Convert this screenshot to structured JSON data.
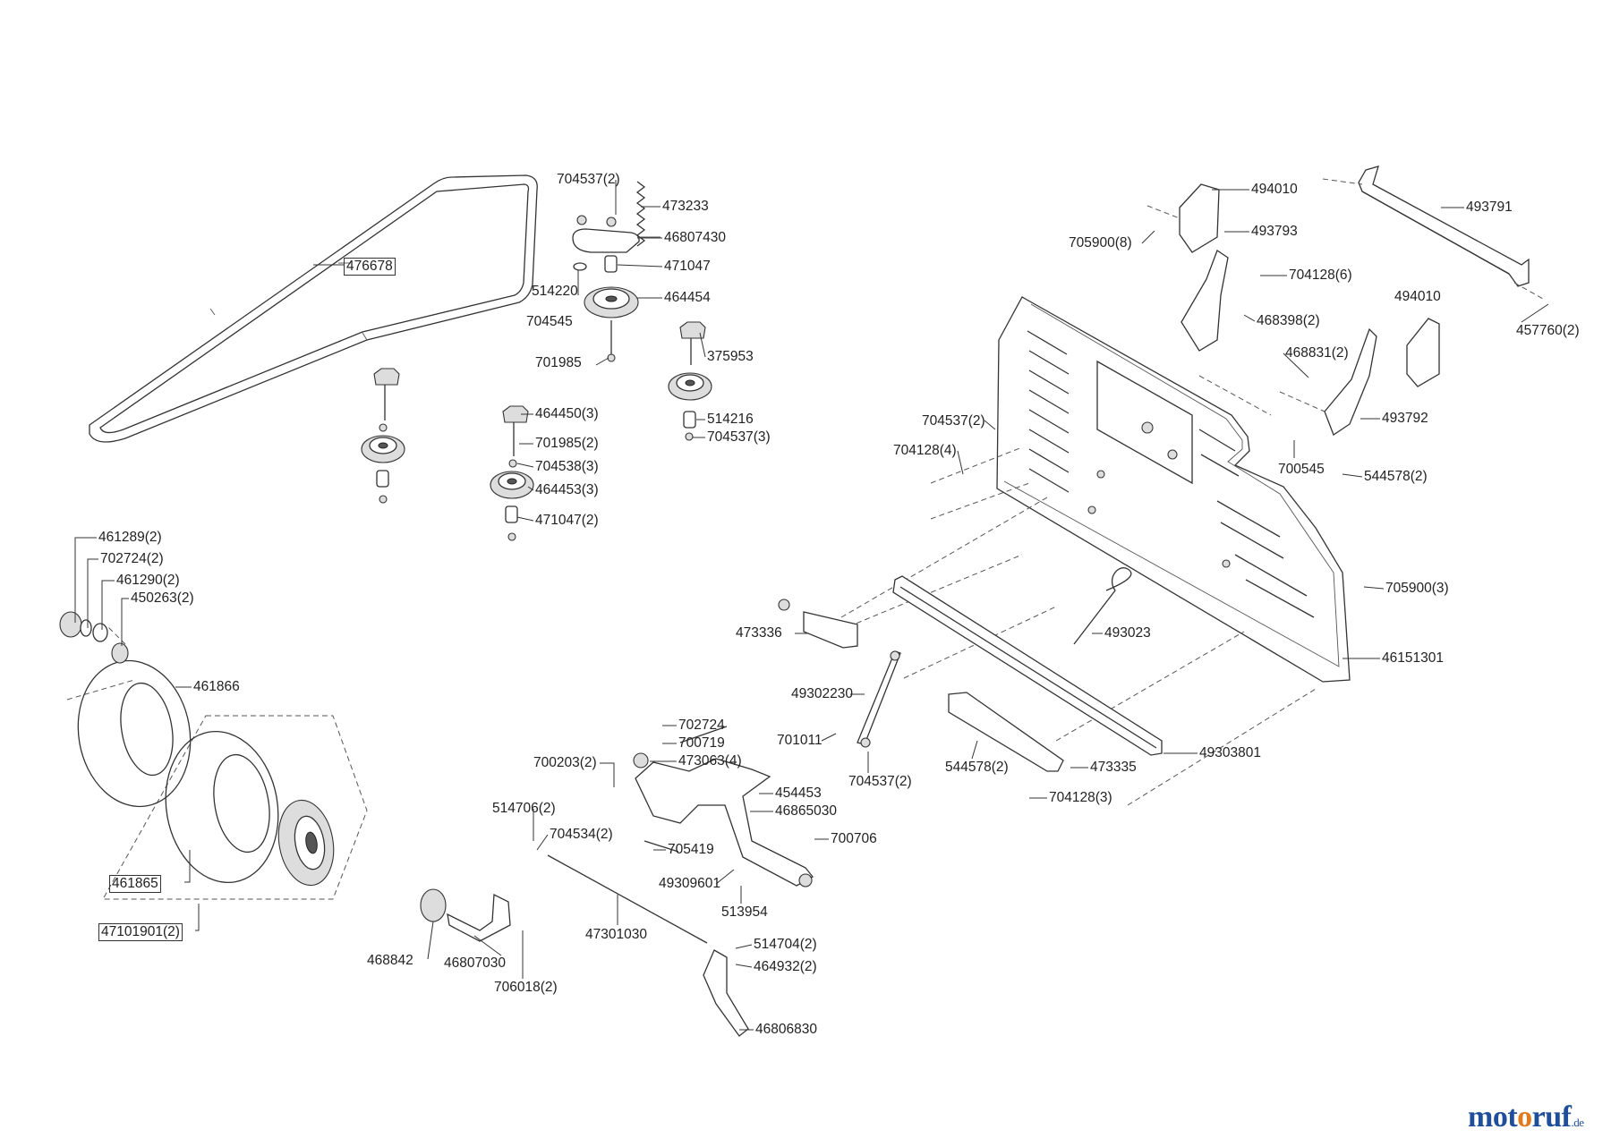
{
  "parts": [
    {
      "id": "p476678",
      "number": "476678",
      "boxed": true
    },
    {
      "id": "p704537_2_top",
      "number": "704537(2)",
      "boxed": false
    },
    {
      "id": "p473233",
      "number": "473233",
      "boxed": false
    },
    {
      "id": "p46807430",
      "number": "46807430",
      "boxed": false
    },
    {
      "id": "p471047",
      "number": "471047",
      "boxed": false
    },
    {
      "id": "p514220",
      "number": "514220",
      "boxed": false
    },
    {
      "id": "p464454",
      "number": "464454",
      "boxed": false
    },
    {
      "id": "p704545",
      "number": "704545",
      "boxed": false
    },
    {
      "id": "p701985",
      "number": "701985",
      "boxed": false
    },
    {
      "id": "p375953",
      "number": "375953",
      "boxed": false
    },
    {
      "id": "p514216",
      "number": "514216",
      "boxed": false
    },
    {
      "id": "p704537_3_a",
      "number": "704537(3)",
      "boxed": false
    },
    {
      "id": "p464450_3",
      "number": "464450(3)",
      "boxed": false
    },
    {
      "id": "p701985_2",
      "number": "701985(2)",
      "boxed": false
    },
    {
      "id": "p704538_3",
      "number": "704538(3)",
      "boxed": false
    },
    {
      "id": "p464453_3",
      "number": "464453(3)",
      "boxed": false
    },
    {
      "id": "p471047_2",
      "number": "471047(2)",
      "boxed": false
    },
    {
      "id": "p494010_a",
      "number": "494010",
      "boxed": false
    },
    {
      "id": "p493791",
      "number": "493791",
      "boxed": false
    },
    {
      "id": "p705900_8",
      "number": "705900(8)",
      "boxed": false
    },
    {
      "id": "p493793",
      "number": "493793",
      "boxed": false
    },
    {
      "id": "p704128_6",
      "number": "704128(6)",
      "boxed": false
    },
    {
      "id": "p494010_b",
      "number": "494010",
      "boxed": false
    },
    {
      "id": "p468398_2",
      "number": "468398(2)",
      "boxed": false
    },
    {
      "id": "p457760_2",
      "number": "457760(2)",
      "boxed": false
    },
    {
      "id": "p468831_2",
      "number": "468831(2)",
      "boxed": false
    },
    {
      "id": "p704537_2_mid",
      "number": "704537(2)",
      "boxed": false
    },
    {
      "id": "p493792",
      "number": "493792",
      "boxed": false
    },
    {
      "id": "p704128_4",
      "number": "704128(4)",
      "boxed": false
    },
    {
      "id": "p700545",
      "number": "700545",
      "boxed": false
    },
    {
      "id": "p544578_2_a",
      "number": "544578(2)",
      "boxed": false
    },
    {
      "id": "p705900_3",
      "number": "705900(3)",
      "boxed": false
    },
    {
      "id": "p493023",
      "number": "493023",
      "boxed": false
    },
    {
      "id": "p473336",
      "number": "473336",
      "boxed": false
    },
    {
      "id": "p46151301",
      "number": "46151301",
      "boxed": false
    },
    {
      "id": "p49302230",
      "number": "49302230",
      "boxed": false
    },
    {
      "id": "p701011",
      "number": "701011",
      "boxed": false
    },
    {
      "id": "p704537_2_low",
      "number": "704537(2)",
      "boxed": false
    },
    {
      "id": "p544578_2_b",
      "number": "544578(2)",
      "boxed": false
    },
    {
      "id": "p473335",
      "number": "473335",
      "boxed": false
    },
    {
      "id": "p49303801",
      "number": "49303801",
      "boxed": false
    },
    {
      "id": "p704128_3",
      "number": "704128(3)",
      "boxed": false
    },
    {
      "id": "p461289_2",
      "number": "461289(2)",
      "boxed": false
    },
    {
      "id": "p702724_2",
      "number": "702724(2)",
      "boxed": false
    },
    {
      "id": "p461290_2",
      "number": "461290(2)",
      "boxed": false
    },
    {
      "id": "p450263_2",
      "number": "450263(2)",
      "boxed": false
    },
    {
      "id": "p461866",
      "number": "461866",
      "boxed": false
    },
    {
      "id": "p461865",
      "number": "461865",
      "boxed": true
    },
    {
      "id": "p47101901_2",
      "number": "47101901(2)",
      "boxed": true
    },
    {
      "id": "p702724",
      "number": "702724",
      "boxed": false
    },
    {
      "id": "p700719",
      "number": "700719",
      "boxed": false
    },
    {
      "id": "p700203_2",
      "number": "700203(2)",
      "boxed": false
    },
    {
      "id": "p473063_4",
      "number": "473063(4)",
      "boxed": false
    },
    {
      "id": "p454453",
      "number": "454453",
      "boxed": false
    },
    {
      "id": "p46865030",
      "number": "46865030",
      "boxed": false
    },
    {
      "id": "p514706_2",
      "number": "514706(2)",
      "boxed": false
    },
    {
      "id": "p704534_2",
      "number": "704534(2)",
      "boxed": false
    },
    {
      "id": "p705419",
      "number": "705419",
      "boxed": false
    },
    {
      "id": "p700706",
      "number": "700706",
      "boxed": false
    },
    {
      "id": "p49309601",
      "number": "49309601",
      "boxed": false
    },
    {
      "id": "p513954",
      "number": "513954",
      "boxed": false
    },
    {
      "id": "p47301030",
      "number": "47301030",
      "boxed": false
    },
    {
      "id": "p514704_2",
      "number": "514704(2)",
      "boxed": false
    },
    {
      "id": "p464932_2",
      "number": "464932(2)",
      "boxed": false
    },
    {
      "id": "p468842",
      "number": "468842",
      "boxed": false
    },
    {
      "id": "p46807030",
      "number": "46807030",
      "boxed": false
    },
    {
      "id": "p706018_2",
      "number": "706018(2)",
      "boxed": false
    },
    {
      "id": "p46806830",
      "number": "46806830",
      "boxed": false
    }
  ],
  "watermark": {
    "part1": "mot",
    "part2": "o",
    "part3": "ruf",
    "suffix": ".de"
  }
}
